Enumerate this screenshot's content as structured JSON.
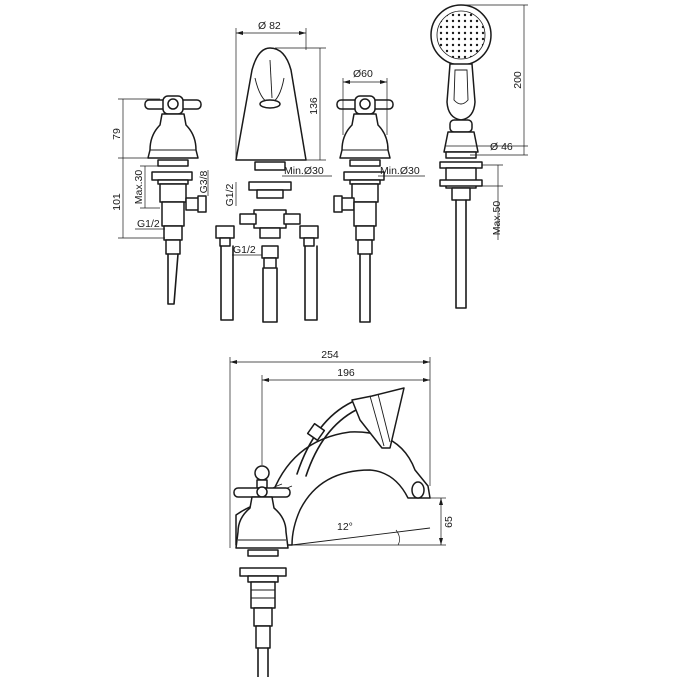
{
  "dimensions": {
    "spout_diameter": "Ø 82",
    "spout_height": "136",
    "spout_min_hole": "Min.Ø30",
    "spout_g12": "G1/2",
    "spout_g12_bottom": "G1/2",
    "left_valve_height": "79",
    "left_valve_total": "101",
    "left_max30": "Max.30",
    "left_g38": "G3/8",
    "left_g12": "G1/2",
    "right_valve_diameter": "Ø60",
    "right_min_hole": "Min.Ø30",
    "shower_height": "200",
    "shower_diameter": "Ø 46",
    "shower_max50": "Max.50",
    "overall_width": "254",
    "reach": "196",
    "outlet_height": "65",
    "angle": "12°"
  }
}
